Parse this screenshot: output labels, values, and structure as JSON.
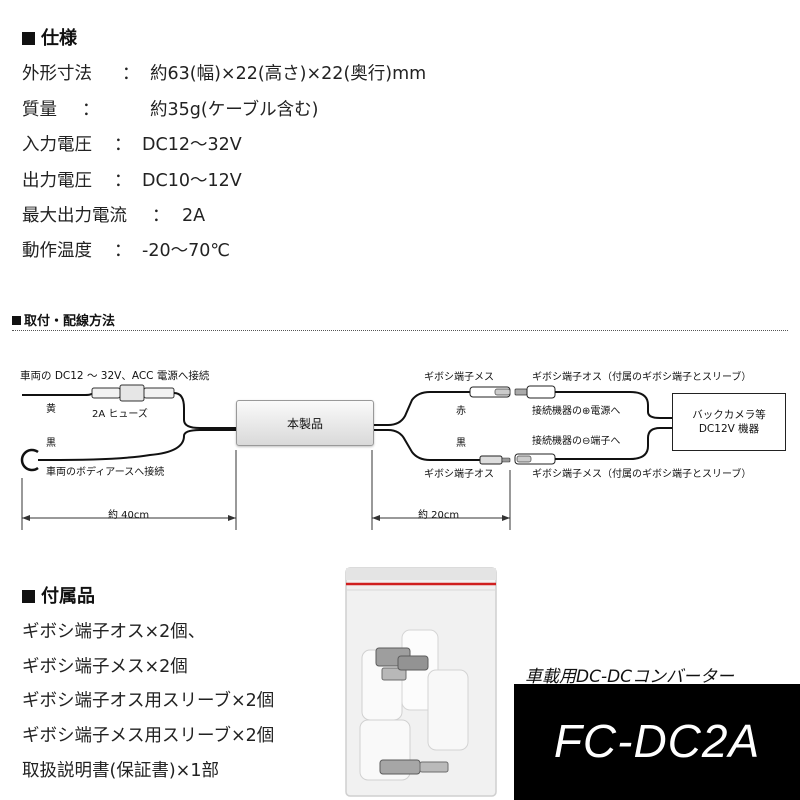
{
  "spec": {
    "title": "仕様",
    "rows": [
      {
        "label": "外形寸法",
        "sep": "：",
        "value": "約63(幅)×22(高さ)×22(奥行)mm"
      },
      {
        "label": "質量",
        "sep": "：",
        "value": "約35g(ケーブル含む)"
      },
      {
        "label": "入力電圧",
        "sep": "：",
        "value": "DC12〜32V"
      },
      {
        "label": "出力電圧",
        "sep": "：",
        "value": "DC10〜12V"
      },
      {
        "label": "最大出力電流",
        "sep": "：",
        "value": "2A"
      },
      {
        "label": "動作温度",
        "sep": "：",
        "value": "-20〜70℃"
      }
    ]
  },
  "install": {
    "title": "取付・配線方法",
    "labels": {
      "acc_connect": "車両の DC12 ～ 32V、ACC 電源へ接続",
      "yellow": "黄",
      "fuse": "2A ヒューズ",
      "black_in": "黒",
      "body_earth": "車両のボディアースへ接続",
      "product": "本製品",
      "female_top": "ギボシ端子メス",
      "red": "赤",
      "black_out": "黒",
      "male_bottom": "ギボシ端子オス",
      "male_included": "ギボシ端子オス（付属のギボシ端子とスリーブ）",
      "to_plus": "接続機器の⊕電源へ",
      "to_minus": "接続機器の⊖端子へ",
      "female_included": "ギボシ端子メス（付属のギボシ端子とスリーブ）",
      "camera_line1": "バックカメラ等",
      "camera_line2": "DC12V 機器",
      "dim_40": "約 40cm",
      "dim_20": "約 20cm"
    }
  },
  "accessories": {
    "title": "付属品",
    "items": [
      "ギボシ端子オス×2個、",
      "ギボシ端子メス×2個",
      "ギボシ端子オス用スリーブ×2個",
      "ギボシ端子メス用スリーブ×2個",
      "取扱説明書(保証書)×1部"
    ]
  },
  "product": {
    "tagline": "車載用DC-DCコンバーター",
    "model": "FC-DC2A"
  }
}
